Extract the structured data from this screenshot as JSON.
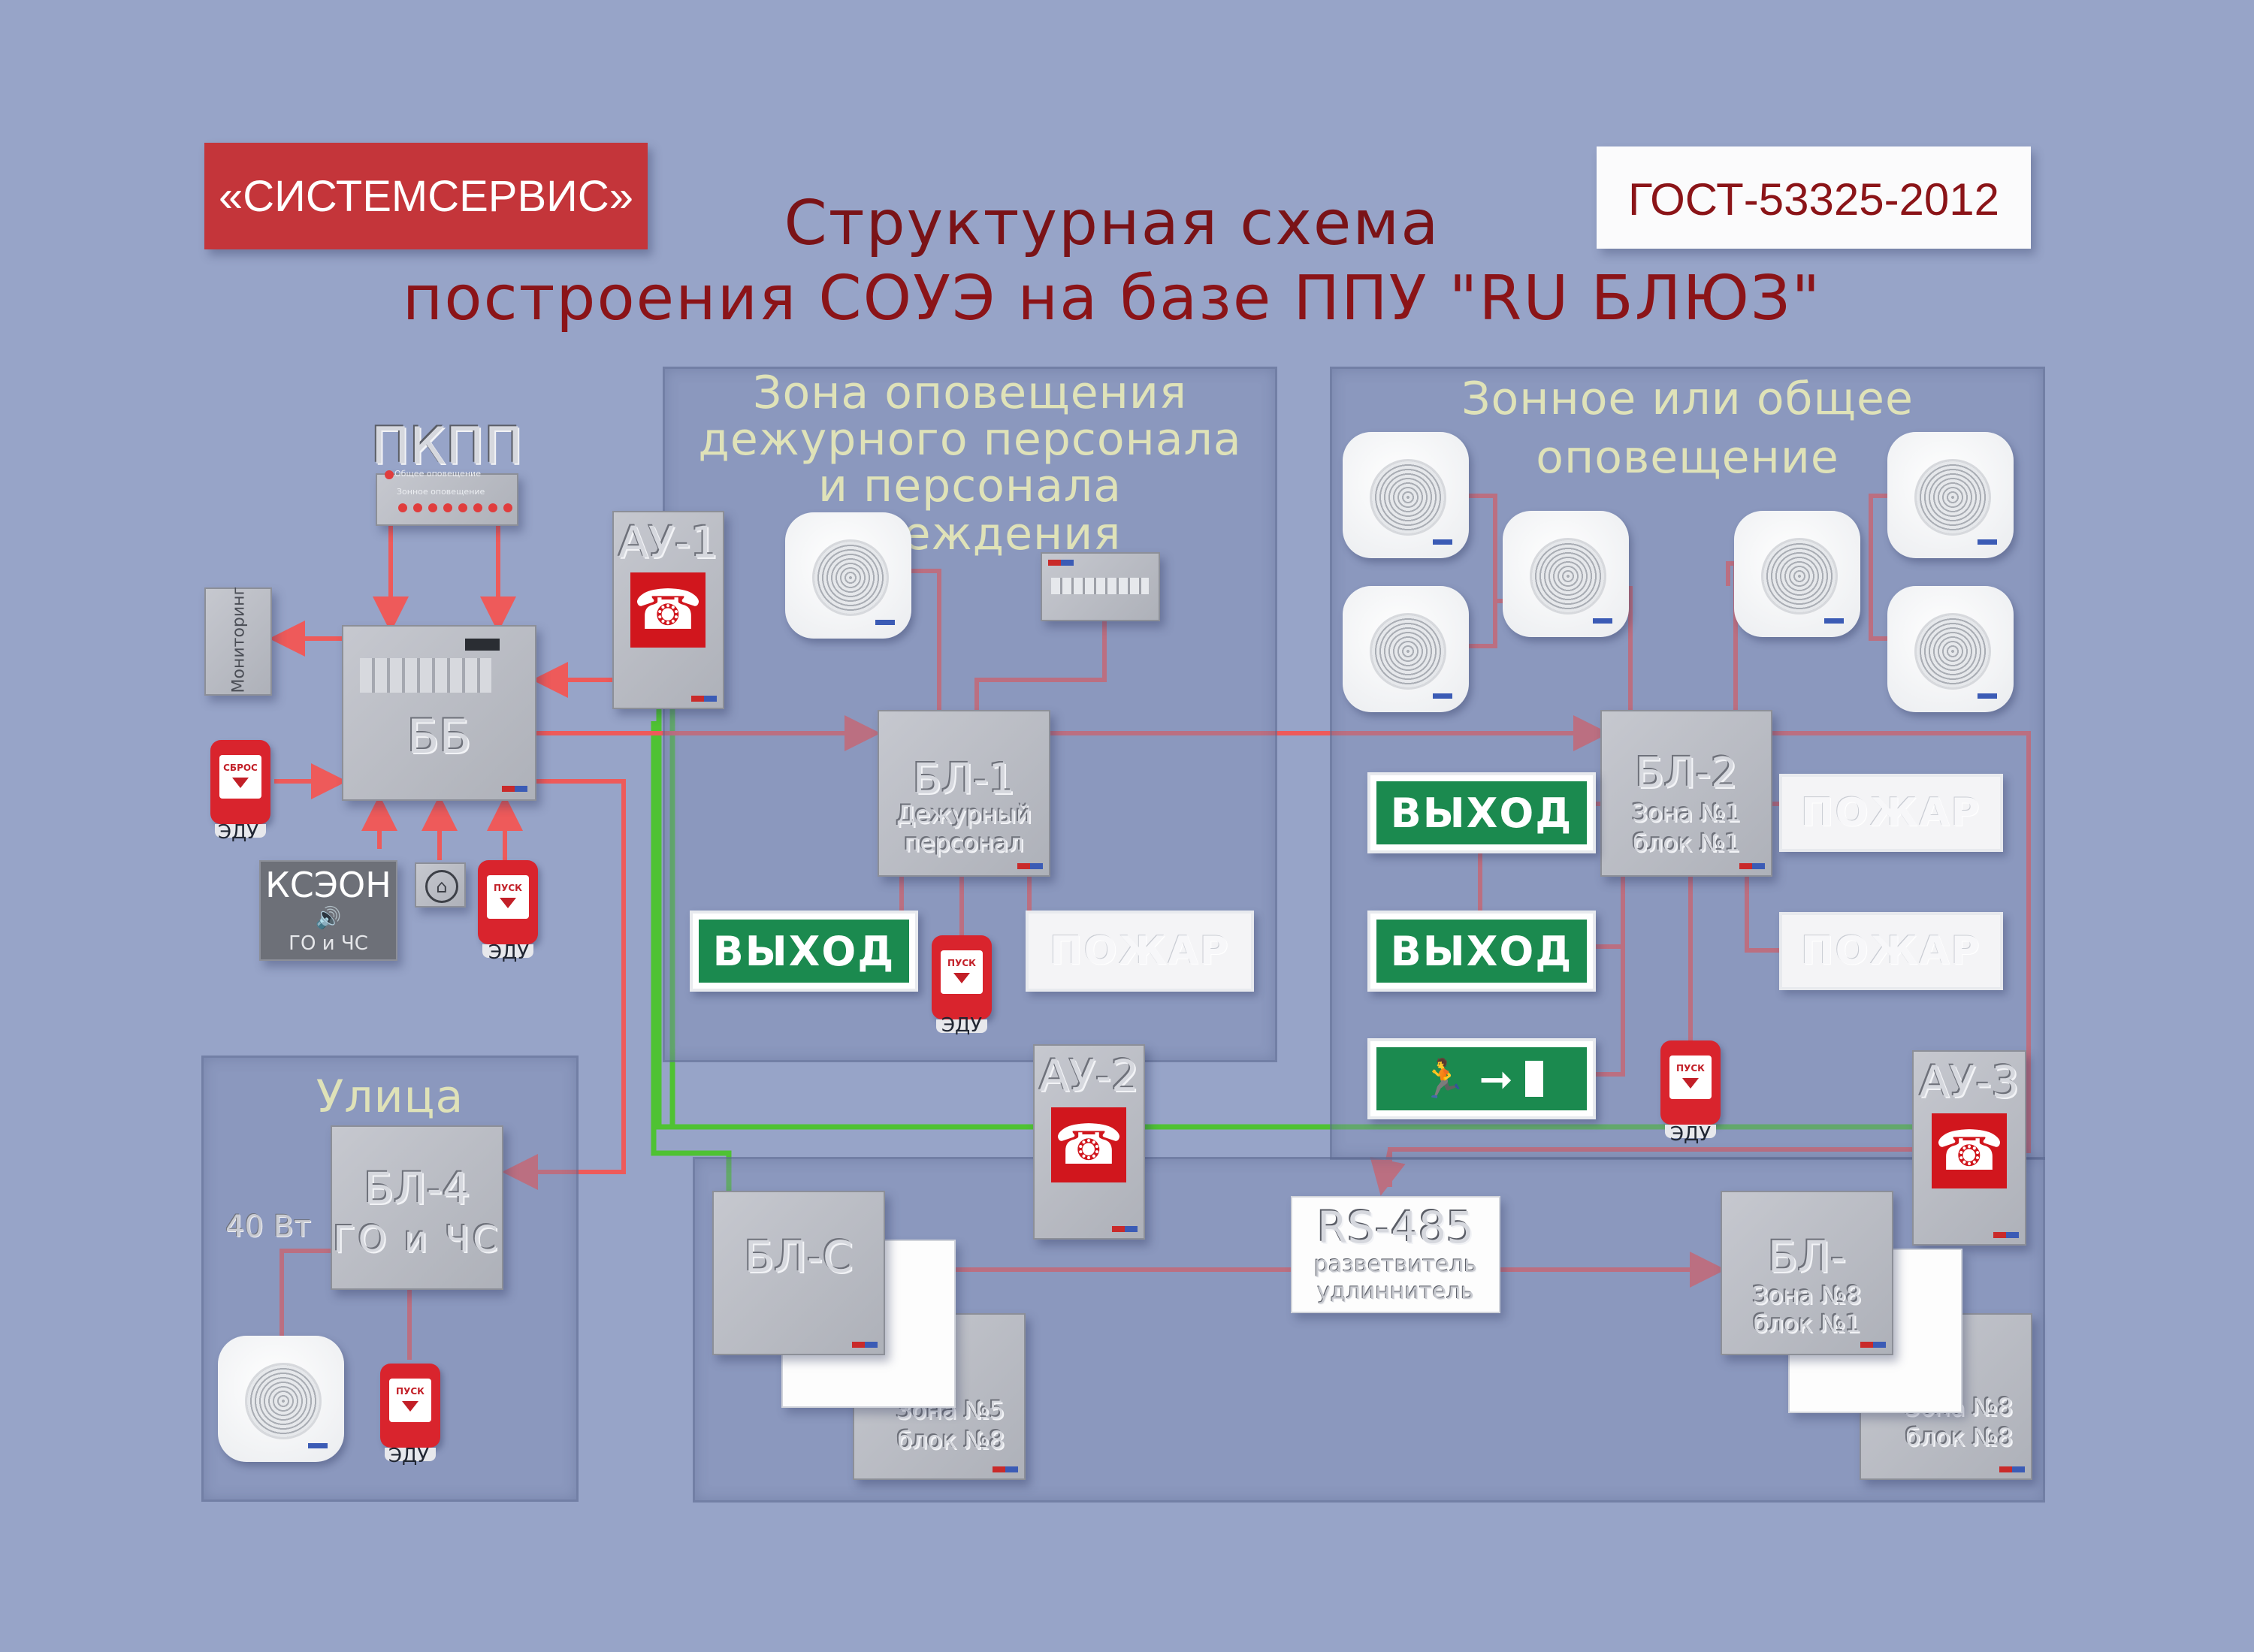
{
  "header": {
    "company": "«СИСТЕМСЕРВИС»",
    "gost": "ГОСТ-53325-2012",
    "title_line1": "Структурная схема",
    "title_line2": "построения СОУЭ на базе ППУ \"RU БЛЮЗ\""
  },
  "zones": {
    "duty_title_1": "Зона оповещения",
    "duty_title_2": "дежурного персонала",
    "duty_title_3": "и персонала учреждения",
    "zonal_title_1": "Зонное или общее",
    "zonal_title_2": "оповещение",
    "street_title": "Улица"
  },
  "devices": {
    "pkpp": {
      "label": "ПКПП",
      "row1": "Общее оповещение",
      "row2": "Зонное оповещение"
    },
    "bb": {
      "label": "ББ"
    },
    "monitoring": "Мониторинг",
    "kseon": {
      "label": "КСЭОН",
      "sub": "ГО и ЧС"
    },
    "au1": "АУ-1",
    "au2": "АУ-2",
    "au3": "АУ-3",
    "bl1": {
      "label": "БЛ-1",
      "sub1": "Дежурный",
      "sub2": "персонал"
    },
    "bl2": {
      "label": "БЛ-2",
      "sub1": "Зона №1",
      "sub2": "блок №1"
    },
    "bl4": {
      "label": "БЛ-4",
      "sub": "ГО и ЧС",
      "power": "40 Вт"
    },
    "blc": {
      "label": "БЛ-С",
      "back1": "Зона №5",
      "back2": "блок №8"
    },
    "bln": {
      "label": "БЛ-",
      "sub1": "Зона №8",
      "sub2": "блок №1",
      "back": "блок №8",
      "back_top": "Зона №8"
    },
    "rs485": {
      "label": "RS-485",
      "sub1": "разветвитель",
      "sub2": "удлиннитель"
    }
  },
  "signs": {
    "exit": "ВЫХОД",
    "fire": "ПОЖАР"
  },
  "edu": {
    "caption": "ЭДУ",
    "reset": "СБРОС",
    "start": "ПУСК"
  },
  "colors": {
    "background": "#97a4c8",
    "wire_red": "#ee5a5a",
    "wire_green": "#4fc233",
    "title_dark_red": "#8b1418",
    "exit_green": "#1b8a4f",
    "company_red": "#c4353a"
  },
  "icons": [
    "phone-icon",
    "speaker-icon",
    "running-man-icon",
    "arrow-right-icon",
    "exit-door-icon",
    "bell-icon",
    "keypad-icon"
  ]
}
